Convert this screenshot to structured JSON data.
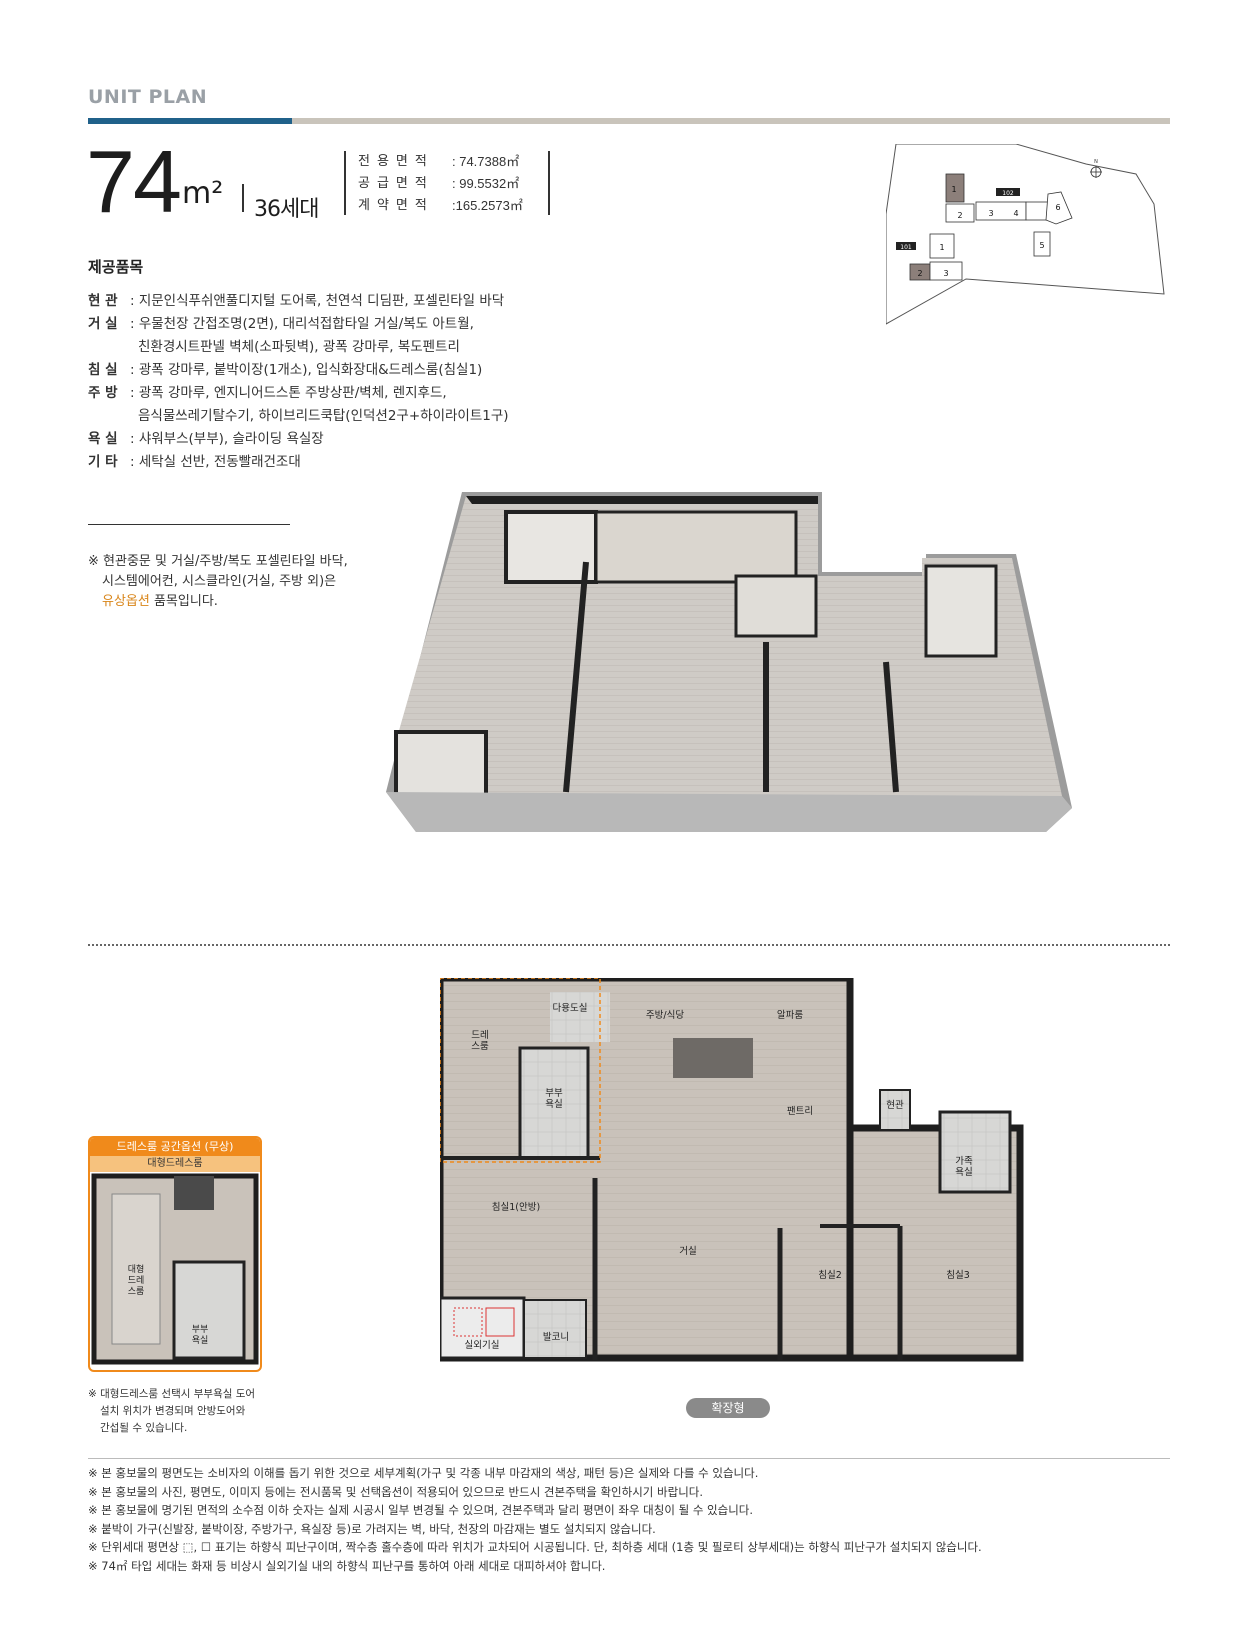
{
  "header": {
    "title": "UNIT PLAN"
  },
  "unit": {
    "size": "74",
    "unit": "m²",
    "households": "36세대",
    "areas": [
      {
        "label": "전용면적",
        "value": ": 74.7388㎡"
      },
      {
        "label": "공급면적",
        "value": ": 99.5532㎡"
      },
      {
        "label": "계약면적",
        "value": ":165.2573㎡"
      }
    ]
  },
  "items": {
    "title": "제공품목",
    "list": [
      {
        "label": "현 관",
        "text": ": 지문인식푸쉬앤풀디지털 도어록, 천연석 디딤판, 포셀린타일 바닥"
      },
      {
        "label": "거 실",
        "text": ": 우물천장 간접조명(2면), 대리석접합타일 거실/복도 아트월,"
      },
      {
        "label": "",
        "text": "친환경시트판넬 벽체(소파뒷벽), 광폭 강마루, 복도펜트리"
      },
      {
        "label": "침 실",
        "text": ": 광폭 강마루, 붙박이장(1개소), 입식화장대&드레스룸(침실1)"
      },
      {
        "label": "주 방",
        "text": ": 광폭 강마루, 엔지니어드스톤 주방상판/벽체, 렌지후드,"
      },
      {
        "label": "",
        "text": "음식물쓰레기탈수기, 하이브리드쿡탑(인덕션2구+하이라이트1구)"
      },
      {
        "label": "욕 실",
        "text": ": 샤워부스(부부), 슬라이딩 욕실장"
      },
      {
        "label": "기 타",
        "text": ": 세탁실 선반, 전동빨래건조대"
      }
    ],
    "note_prefix": "※ 현관중문 및 거실/주방/복도 포셀린타일 바닥,",
    "note_mid": "시스템에어컨, 시스클라인(거실, 주방 외)은",
    "note_highlight": "유상옵션",
    "note_suffix": " 품목입니다."
  },
  "keymap": {
    "building_101": "101",
    "building_102": "102",
    "units_101": [
      "1",
      "2",
      "3"
    ],
    "units_102": [
      "1",
      "2",
      "3",
      "4",
      "5",
      "6"
    ],
    "north": "N"
  },
  "plan": {
    "rooms": {
      "dressroom": "드레\n스룸",
      "utility": "다용도실",
      "kitchen": "주방/식당",
      "alpha": "알파룸",
      "master_bath": "부부\n욕실",
      "pantry": "팬트리",
      "entrance": "현관",
      "family_bath": "가족\n욕실",
      "bedroom1": "침실1(안방)",
      "living": "거실",
      "bedroom2": "침실2",
      "bedroom3": "침실3",
      "outdoor_unit": "실외기실",
      "balcony": "발코니"
    },
    "type": "확장형"
  },
  "option": {
    "title": "드레스룸 공간옵션 (무상)",
    "subtitle": "대형드레스룸",
    "dressroom": "대형\n드레\n스룸",
    "bath": "부부\n욕실",
    "note": [
      "※ 대형드레스룸 선택시 부부욕실 도어",
      "설치 위치가 변경되며 안방도어와",
      "간섭될 수 있습니다."
    ]
  },
  "footnotes": [
    "※ 본 홍보물의 평면도는 소비자의 이해를 돕기 위한 것으로 세부계획(가구 및 각종 내부 마감재의 색상, 패턴 등)은 실제와 다를 수 있습니다.",
    "※ 본 홍보물의 사진, 평면도, 이미지 등에는 전시품목 및 선택옵션이 적용되어 있으므로 반드시 견본주택을 확인하시기 바랍니다.",
    "※ 본 홍보물에 명기된 면적의 소수점 이하 숫자는 실제 시공시 일부 변경될 수 있으며, 견본주택과 달리 평면이 좌우 대칭이 될 수 있습니다.",
    "※ 붙박이 가구(신발장, 붙박이장, 주방가구, 욕실장 등)로 가려지는 벽, 바닥, 천장의 마감재는 별도 설치되지 않습니다.",
    "※ 단위세대 평면상 ⬚, ☐ 표기는 하향식 피난구이며, 짝수층 홀수층에 따라 위치가 교차되어 시공됩니다. 단, 최하층 세대 (1층 및 필로티 상부세대)는 하향식 피난구가 설치되지 않습니다.",
    "※ 74㎡ 타입 세대는 화재 등 비상시 실외기실 내의 하향식 피난구를 통하여 아래 세대로 대피하셔야 합니다."
  ]
}
